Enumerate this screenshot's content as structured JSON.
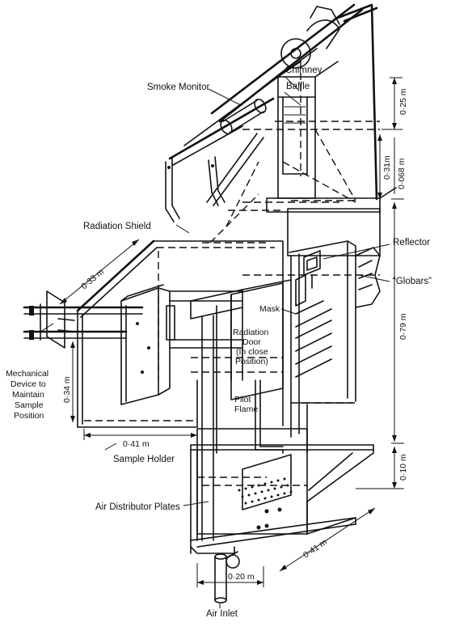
{
  "labels": {
    "smoke_monitor": "Smoke Monitor",
    "chimney": "Chimney",
    "baffle": "Baffle",
    "radiation_shield": "Radiation Shield",
    "reflector": "Reflector",
    "globars": "“Globars”",
    "mask": "Mask",
    "radiation_door": "Radiation",
    "radiation_door_2": "Door",
    "radiation_door_3": "(In close",
    "radiation_door_4": "Position)",
    "pilot_flame": "Pilot",
    "pilot_flame_2": "Flame",
    "mechanical_device_1": "Mechanical",
    "mechanical_device_2": "Device to",
    "mechanical_device_3": "Maintain",
    "mechanical_device_4": "Sample",
    "mechanical_device_5": "Position",
    "sample_holder": "Sample Holder",
    "air_distributor_plates": "Air Distributor Plates",
    "air_inlet": "Air Inlet"
  },
  "dimensions": {
    "d_025": "0·25 m",
    "d_031": "0·31m",
    "d_0068": "0·068 m",
    "d_079": "0·79 m",
    "d_010": "0·10 m",
    "d_033": "0·33 m",
    "d_034": "0·34 m",
    "d_041_h": "0·41 m",
    "d_041_b": "0·41 m",
    "d_020": "0·20 m"
  }
}
